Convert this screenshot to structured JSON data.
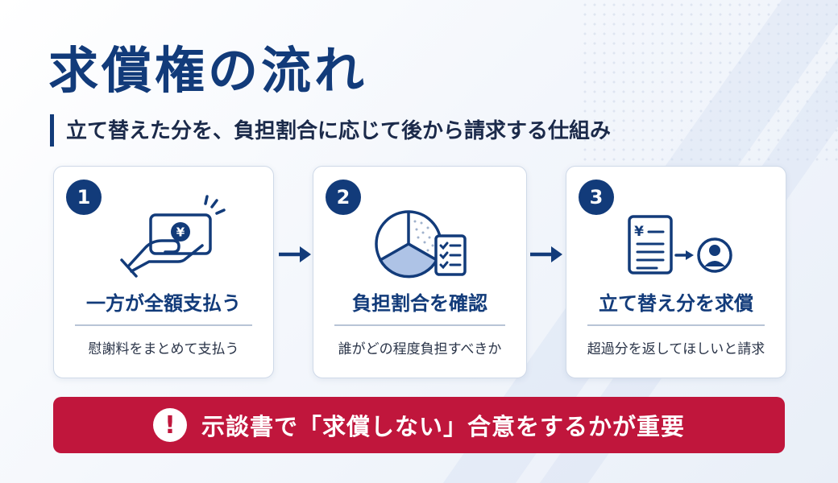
{
  "title": "求償権の流れ",
  "subtitle": "立て替えた分を、負担割合に応じて後から請求する仕組み",
  "steps": [
    {
      "number": "1",
      "title": "一方が全額支払う",
      "description": "慰謝料をまとめて支払う",
      "icon": "hand-card-yen-icon"
    },
    {
      "number": "2",
      "title": "負担割合を確認",
      "description": "誰がどの程度負担すべきか",
      "icon": "pie-chart-checklist-icon"
    },
    {
      "number": "3",
      "title": "立て替え分を求償",
      "description": "超過分を返してほしいと請求",
      "icon": "invoice-to-person-icon"
    }
  ],
  "card1_yen": "¥",
  "card3_yen": "¥",
  "warning": {
    "icon": "exclamation-icon",
    "icon_text": "!",
    "text": "示談書で「求償しない」合意をするかが重要"
  },
  "colors": {
    "primary": "#123b7a",
    "accent_light": "#aec3e6",
    "warning": "#c0163c"
  }
}
